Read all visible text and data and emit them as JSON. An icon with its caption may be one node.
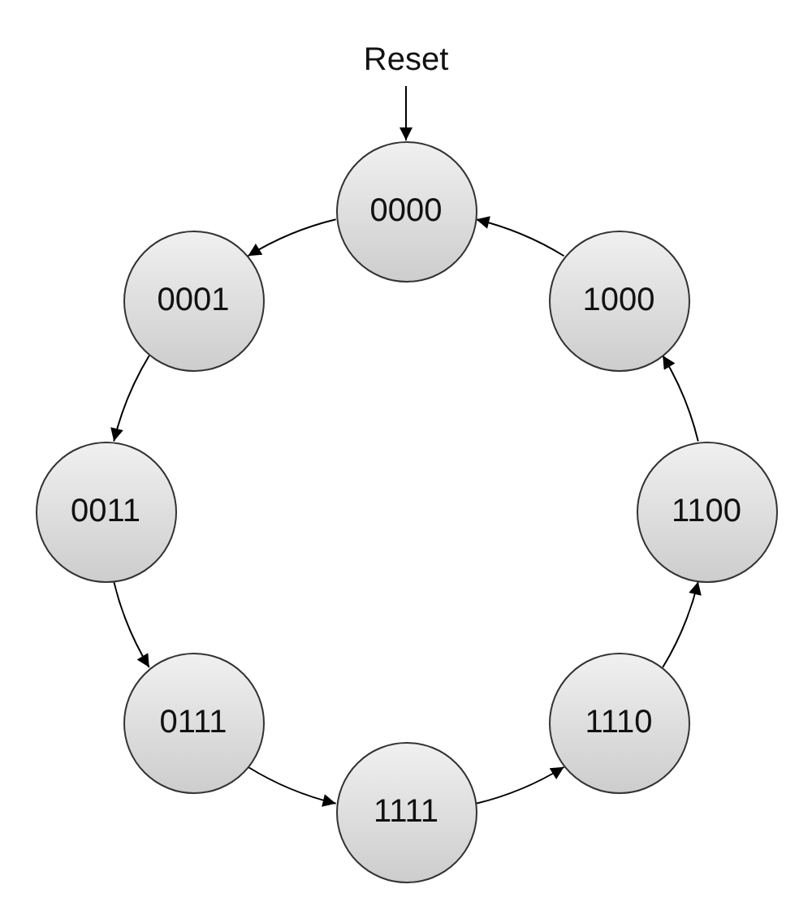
{
  "diagram": {
    "nodes": [
      {
        "text": [
          "Reset"
        ]
      },
      {
        "text": [
          "0000"
        ]
      },
      {
        "text": [
          "0001"
        ]
      },
      {
        "text": [
          "1000"
        ]
      },
      {
        "text": [
          "0011"
        ]
      },
      {
        "text": [
          "1100"
        ]
      },
      {
        "text": [
          "0111"
        ]
      },
      {
        "text": [
          "1110"
        ]
      },
      {
        "text": [
          "1111"
        ]
      }
    ],
    "edges": [
      {
        "from": 0,
        "to": 1,
        "arrow": "to"
      },
      {
        "from": 1,
        "to": 2,
        "arrow": "to"
      },
      {
        "from": 2,
        "to": 4,
        "arrow": "to"
      },
      {
        "from": 4,
        "to": 6,
        "arrow": "to"
      },
      {
        "from": 6,
        "to": 8,
        "arrow": "to"
      },
      {
        "from": 8,
        "to": 7,
        "arrow": "to"
      },
      {
        "from": 7,
        "to": 5,
        "arrow": "to"
      },
      {
        "from": 5,
        "to": 3,
        "arrow": "to"
      },
      {
        "from": 3,
        "to": 1,
        "arrow": "to"
      }
    ]
  }
}
